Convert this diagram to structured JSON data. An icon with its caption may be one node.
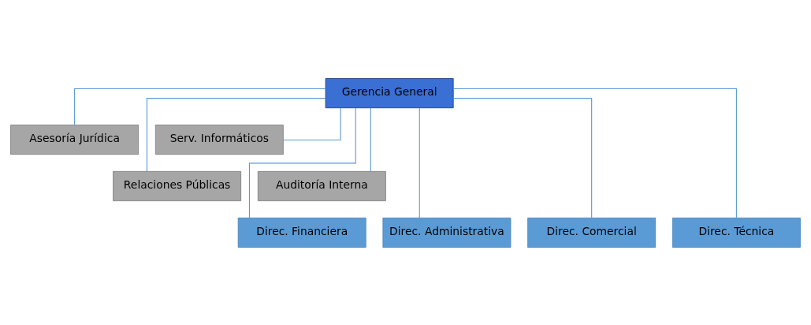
{
  "diagram": {
    "nodes": [
      {
        "text": [
          "Gerencia General"
        ]
      },
      {
        "text": [
          "Asesoría Jurídica"
        ]
      },
      {
        "text": [
          "Serv. Informáticos"
        ]
      },
      {
        "text": [
          "Relaciones Públicas"
        ]
      },
      {
        "text": [
          "Auditoría Interna"
        ]
      },
      {
        "text": [
          "Direc. Financiera"
        ]
      },
      {
        "text": [
          "Direc. Administrativa"
        ]
      },
      {
        "text": [
          "Direc. Comercial"
        ]
      },
      {
        "text": [
          "Direc. Técnica"
        ]
      }
    ],
    "edges": [
      {
        "from": 0,
        "to": 1,
        "arrow": "none"
      },
      {
        "from": 0,
        "to": 2,
        "arrow": "none"
      },
      {
        "from": 0,
        "to": 3,
        "arrow": "none"
      },
      {
        "from": 0,
        "to": 4,
        "arrow": "none"
      },
      {
        "from": 0,
        "to": 5,
        "arrow": "none"
      },
      {
        "from": 0,
        "to": 6,
        "arrow": "none"
      },
      {
        "from": 0,
        "to": 7,
        "arrow": "none"
      },
      {
        "from": 0,
        "to": 8,
        "arrow": "none"
      }
    ]
  }
}
